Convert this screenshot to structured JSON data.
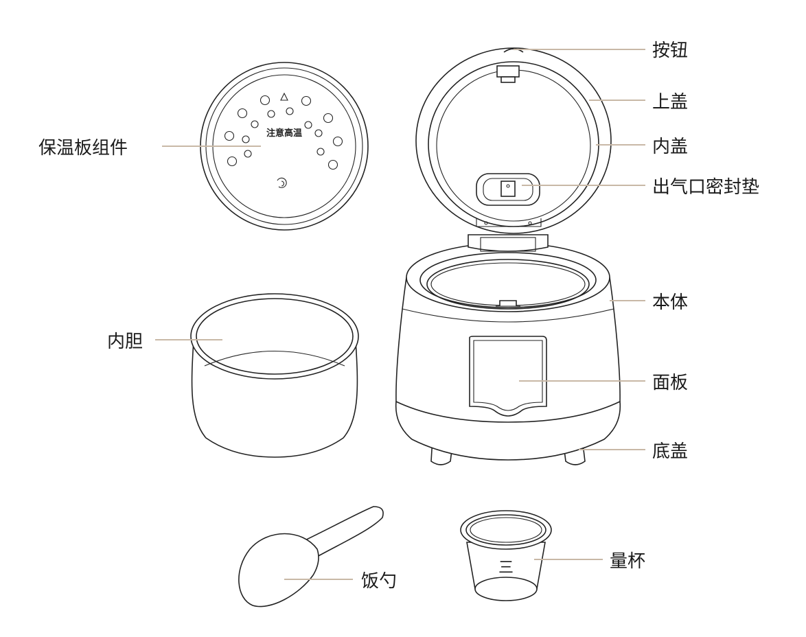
{
  "colors": {
    "leader": "#c8b8a6",
    "stroke": "#222222"
  },
  "plate_text": "注意高温",
  "labels": {
    "button": "按钮",
    "top_lid": "上盖",
    "inner_lid": "内盖",
    "vent_seal": "出气口密封垫",
    "body": "本体",
    "panel": "面板",
    "bottom_cover": "底盖",
    "warming_plate": "保温板组件",
    "inner_pot": "内胆",
    "rice_spoon": "饭勺",
    "measuring_cup": "量杯"
  },
  "cup_marks": "三"
}
